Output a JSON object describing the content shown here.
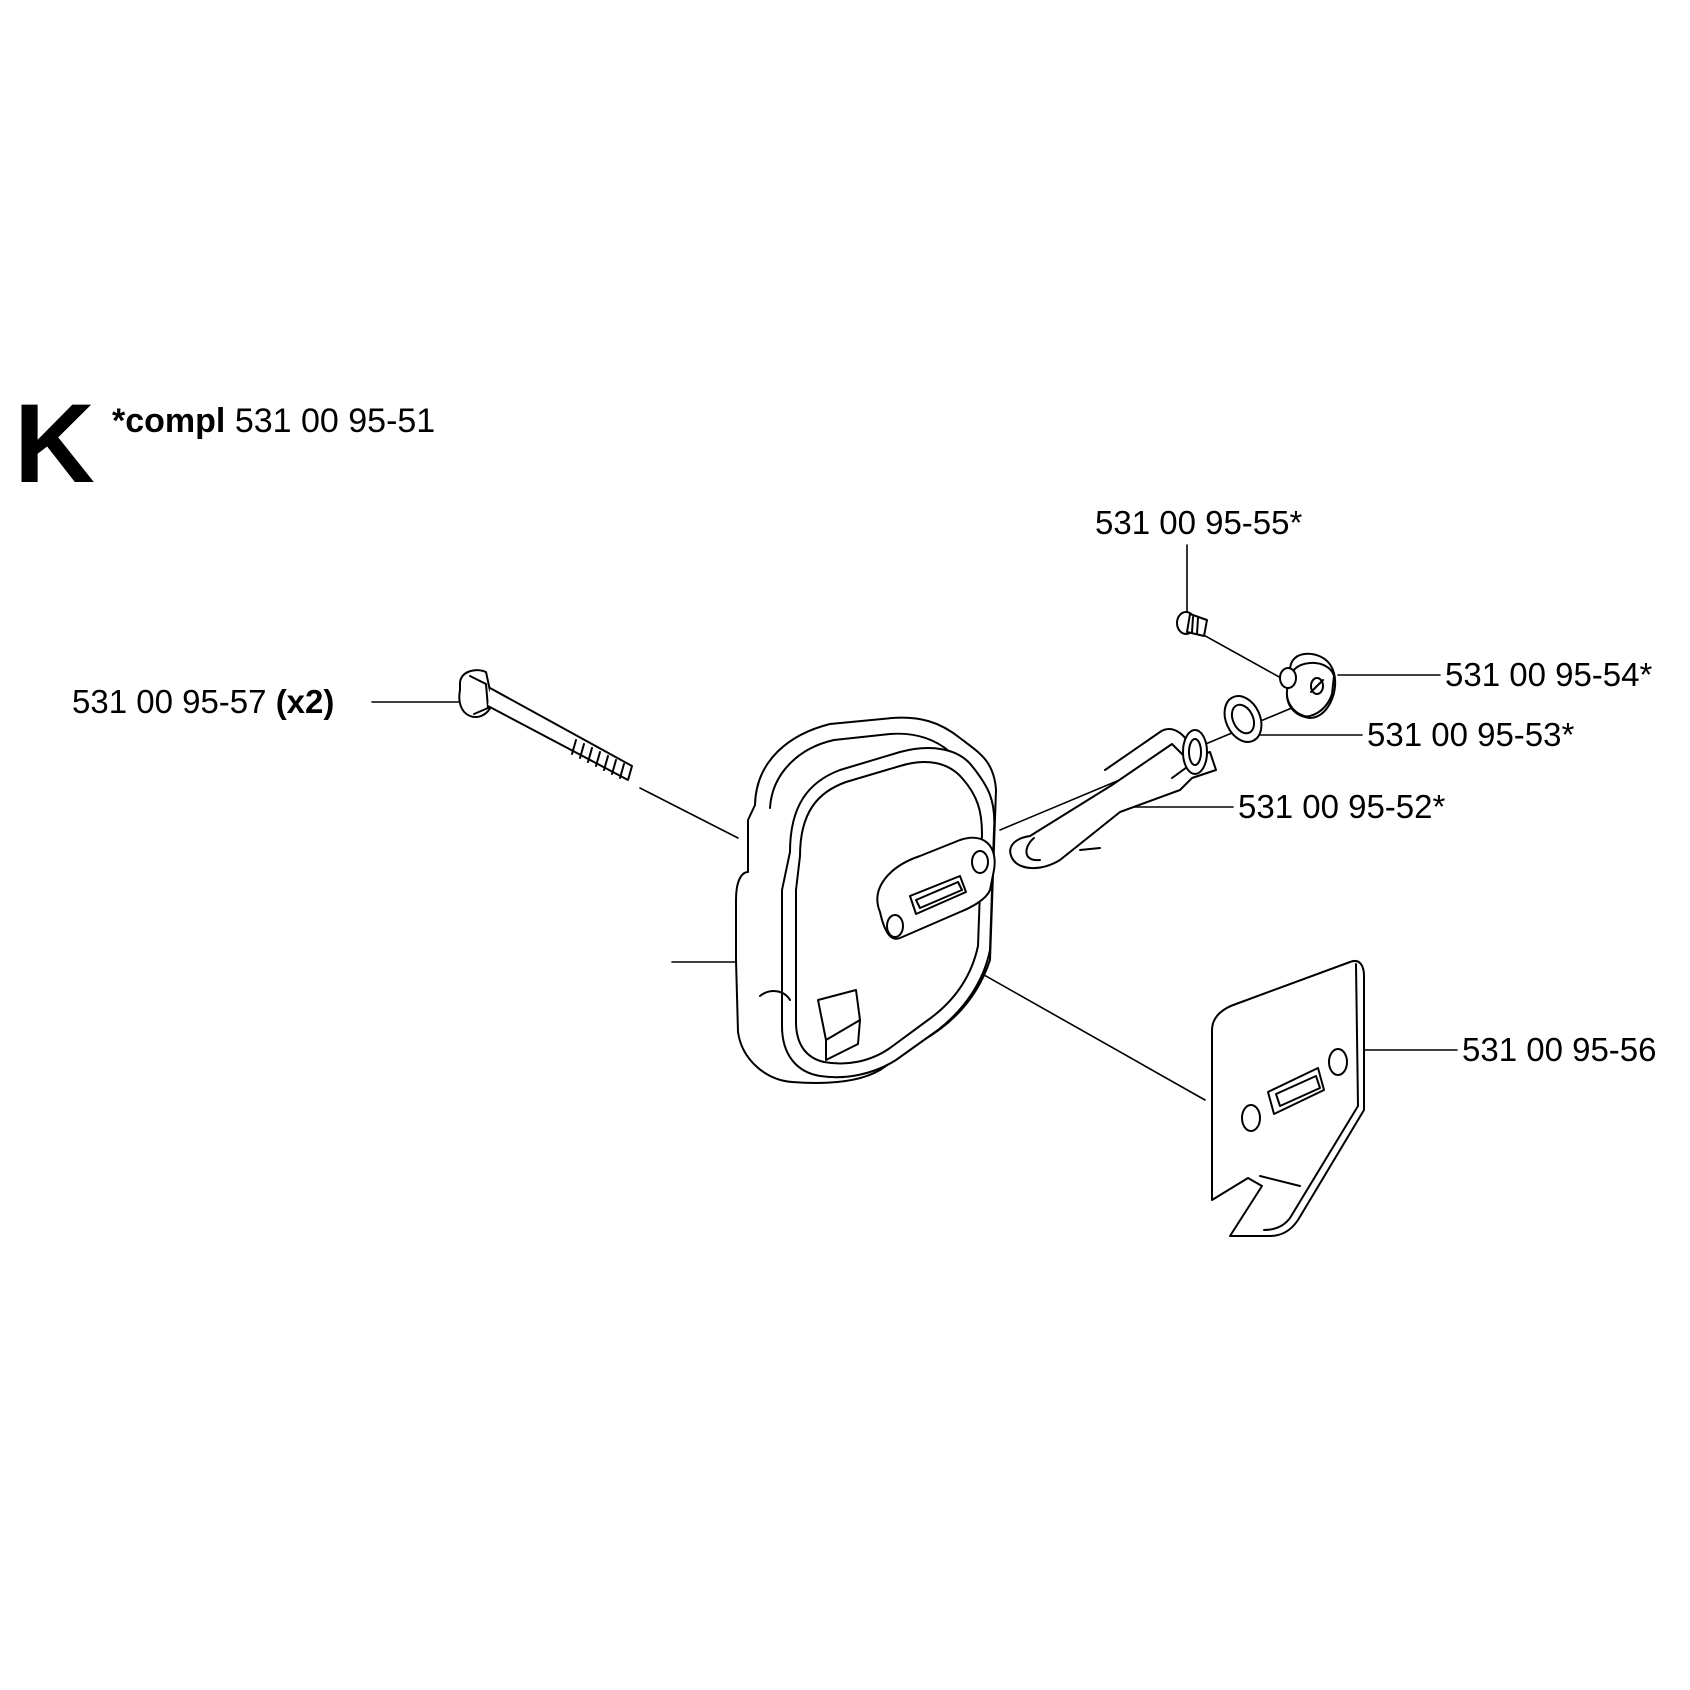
{
  "section": {
    "letter": "K"
  },
  "assembly": {
    "prefix": "*compl",
    "part_number": "531 00 95-51"
  },
  "callouts": {
    "p55": {
      "text": "531 00 95-55*"
    },
    "p54": {
      "text": "531 00 95-54*"
    },
    "p53": {
      "text": "531 00 95-53*"
    },
    "p52": {
      "text": "531 00 95-52*"
    },
    "p57": {
      "text": "531 00 95-57",
      "qty": "(x2)"
    },
    "p56": {
      "text": "531 00 95-56"
    }
  },
  "colors": {
    "line": "#000000",
    "background": "#ffffff"
  }
}
